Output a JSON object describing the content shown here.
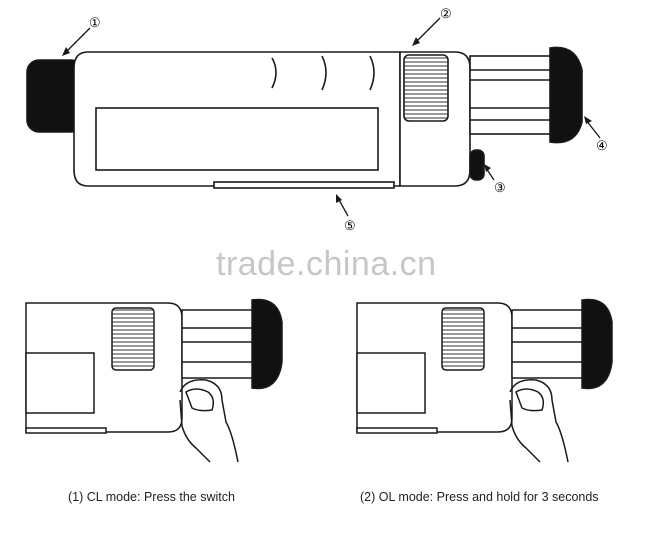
{
  "callouts": {
    "c1": "①",
    "c2": "②",
    "c3": "③",
    "c4": "④",
    "c5": "⑤"
  },
  "watermark": "trade.china.cn",
  "captions": {
    "cl_mode": "(1) CL mode: Press the switch",
    "ol_mode": "(2) OL mode: Press and hold for 3 seconds"
  },
  "colors": {
    "line": "#1a1a1a",
    "dark": "#111111",
    "watermark": "#c6c6c6"
  }
}
